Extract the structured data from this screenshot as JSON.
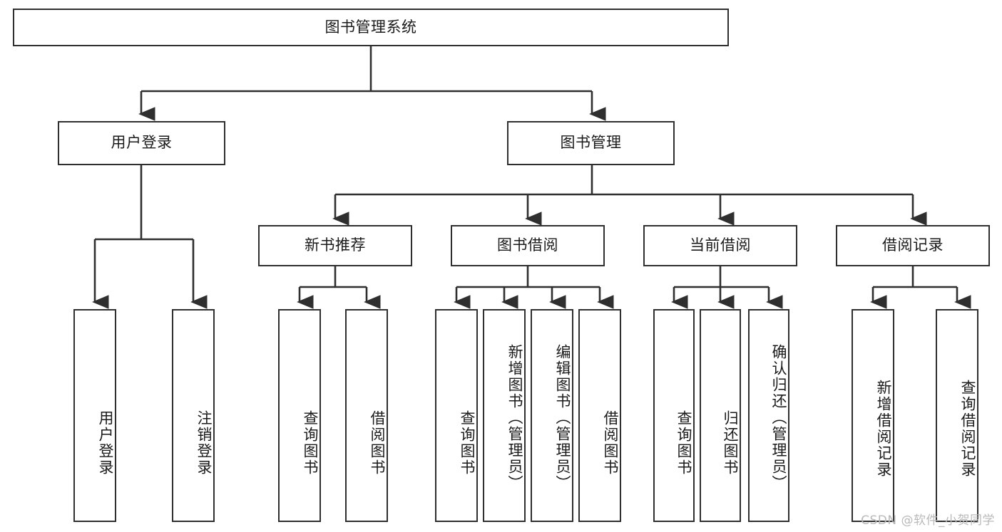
{
  "diagram": {
    "type": "tree-hierarchy",
    "title": "图书管理系统",
    "watermark": "CSDN @软件_小贺同学",
    "colors": {
      "box_border": "#2f2f2f",
      "box_fill": "#ffffff",
      "connector": "#2f2f2f",
      "text": "#1a1a1a",
      "watermark": "#b9b9b9",
      "background": "#ffffff"
    },
    "root": {
      "label": "图书管理系统"
    },
    "level2": [
      {
        "label": "用户登录"
      },
      {
        "label": "图书管理"
      }
    ],
    "level3": [
      {
        "label": "新书推荐"
      },
      {
        "label": "图书借阅"
      },
      {
        "label": "当前借阅"
      },
      {
        "label": "借阅记录"
      }
    ],
    "leaves": {
      "user_login": [
        {
          "label": "用户登录"
        },
        {
          "label": "注销登录"
        }
      ],
      "new_book": [
        {
          "label": "查询图书"
        },
        {
          "label": "借阅图书"
        }
      ],
      "borrow_book": [
        {
          "label": "查询图书"
        },
        {
          "label": "新增图书（管理员）"
        },
        {
          "label": "编辑图书（管理员）"
        },
        {
          "label": "借阅图书"
        }
      ],
      "current_borrow": [
        {
          "label": "查询图书"
        },
        {
          "label": "归还图书"
        },
        {
          "label": "确认归还（管理员）"
        }
      ],
      "borrow_record": [
        {
          "label": "新增借阅记录"
        },
        {
          "label": "查询借阅记录"
        }
      ]
    }
  }
}
